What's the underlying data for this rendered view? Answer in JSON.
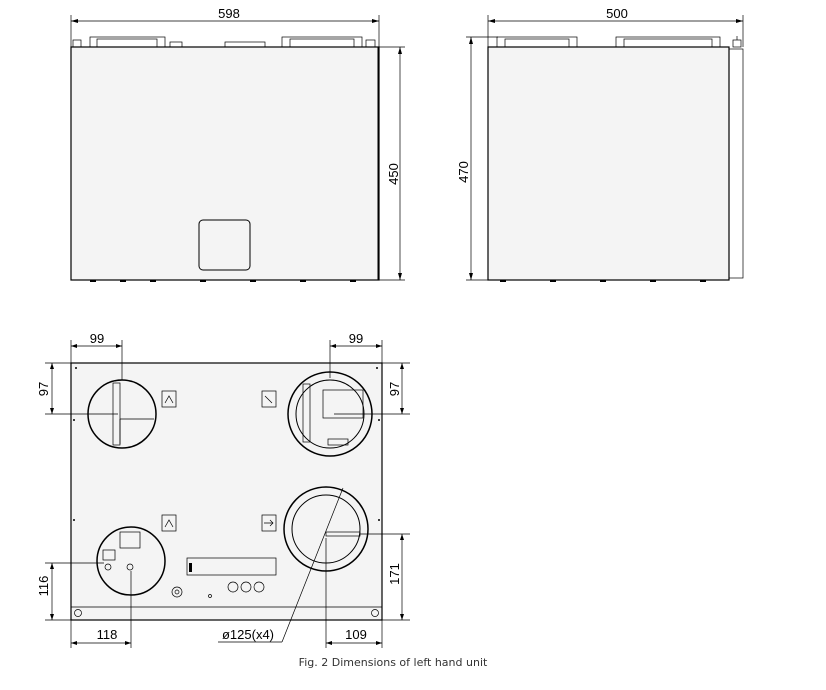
{
  "front_view": {
    "width_label": "598",
    "height_label": "450"
  },
  "side_view": {
    "depth_label": "500",
    "height_label": "470"
  },
  "top_view": {
    "top_left_offset_x": "99",
    "top_left_offset_y": "97",
    "top_right_offset_x": "99",
    "top_right_offset_y": "97",
    "bottom_left_offset_y": "116",
    "bottom_left_offset_x": "118",
    "bottom_right_offset_y": "171",
    "bottom_right_offset_x": "109",
    "duct_diameter": "ø125(x4)"
  },
  "caption": "Fig. 2 Dimensions of left hand unit"
}
